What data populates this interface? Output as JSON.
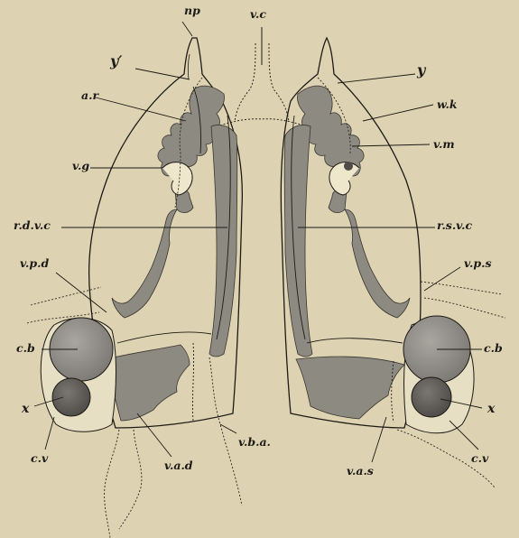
{
  "colors": {
    "background": "#ddd3b2",
    "ink": "#1c1a16",
    "tissue": "#8d8a82",
    "tissue_dark": "#6f6c66",
    "sphere": "#9a9690",
    "sphere_dark": "#5e5a56"
  },
  "labels": {
    "np": "np",
    "vc": "v.c",
    "y_prime": "y′",
    "y": "y",
    "ar": "a.r",
    "wk": "w.k",
    "vg": "v.g",
    "vm": "v.m",
    "rdvc": "r.d.v.c",
    "rsvc": "r.s.v.c",
    "vpd": "v.p.d",
    "vps": "v.p.s",
    "cb_left": "c.b",
    "cb_right": "c.b",
    "x_left": "x",
    "x_right": "x",
    "cv_left": "c.v",
    "cv_right": "c.v",
    "vad": "v.a.d",
    "vba": "v.b.a.",
    "vas": "v.a.s"
  }
}
